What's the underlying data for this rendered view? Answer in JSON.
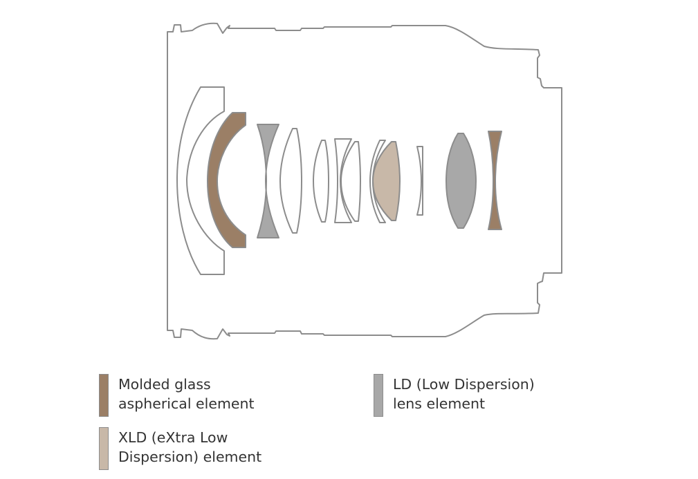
{
  "colors": {
    "outline": "#8c8c8c",
    "molded_aspherical": "#9b7f66",
    "ld": "#a8a8a8",
    "xld": "#c8b8a8",
    "text": "#333333"
  },
  "legend": [
    {
      "id": "molded-aspherical",
      "color": "#9b7f66",
      "line1": "Molded glass",
      "line2": "aspherical element"
    },
    {
      "id": "ld",
      "color": "#a8a8a8",
      "line1": "LD (Low Dispersion)",
      "line2": "lens element"
    },
    {
      "id": "xld",
      "color": "#c8b8a8",
      "line1": "XLD (eXtra Low",
      "line2": "Dispersion) element"
    }
  ]
}
